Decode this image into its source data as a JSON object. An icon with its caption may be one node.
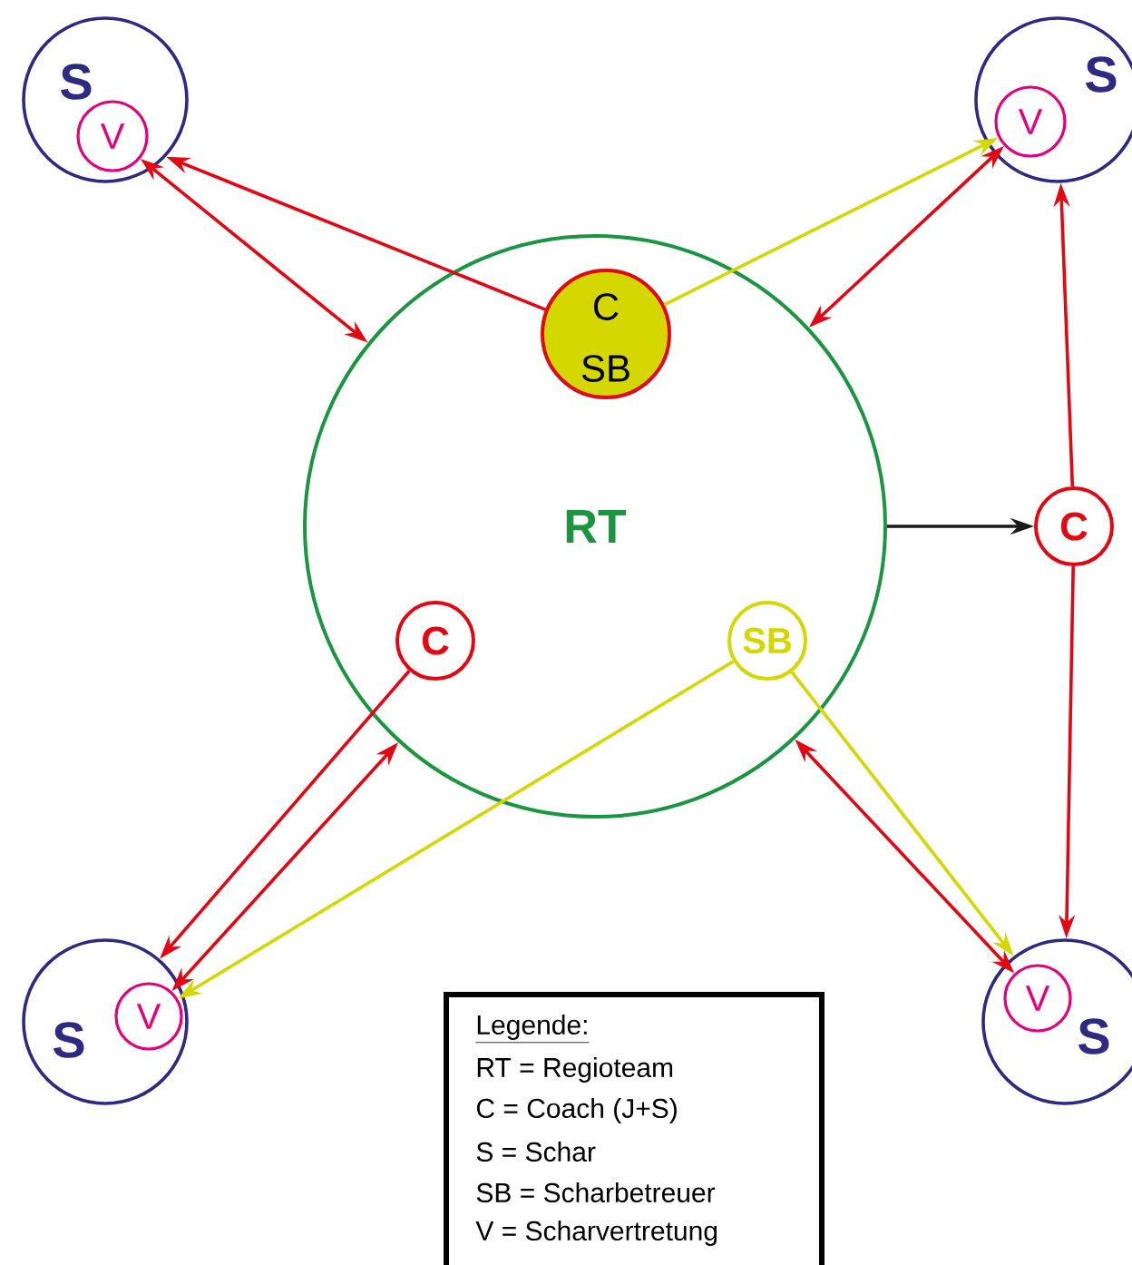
{
  "diagram": {
    "nodes": [
      {
        "text": [
          "RT"
        ]
      },
      {
        "text": [
          "C",
          "SB"
        ],
        "in": 0
      },
      {
        "text": [
          "C"
        ],
        "in": 0
      },
      {
        "text": [
          "SB"
        ],
        "in": 0
      },
      {
        "text": [
          "C"
        ]
      },
      {
        "text": [
          "S"
        ]
      },
      {
        "text": [
          "V"
        ],
        "in": 5
      },
      {
        "text": [
          "S"
        ]
      },
      {
        "text": [
          "V"
        ],
        "in": 7
      },
      {
        "text": [
          "S"
        ]
      },
      {
        "text": [
          "V"
        ],
        "in": 9
      },
      {
        "text": [
          "S"
        ]
      },
      {
        "text": [
          "V"
        ],
        "in": 11
      }
    ],
    "edges": [
      {
        "from": 1,
        "to": 5,
        "arrow": "to"
      },
      {
        "from": 0,
        "to": 6,
        "arrow": "both"
      },
      {
        "from": 1,
        "to": 8,
        "arrow": "to",
        "color": "#d4d800"
      },
      {
        "from": 0,
        "to": 8,
        "arrow": "both"
      },
      {
        "from": 0,
        "to": 4,
        "arrow": "to",
        "color": "#1a1a1a"
      },
      {
        "from": 4,
        "to": 7,
        "arrow": "to"
      },
      {
        "from": 4,
        "to": 11,
        "arrow": "to"
      },
      {
        "from": 2,
        "to": 9,
        "arrow": "to"
      },
      {
        "from": 0,
        "to": 10,
        "arrow": "both"
      },
      {
        "from": 3,
        "to": 10,
        "arrow": "to",
        "color": "#d4d800"
      },
      {
        "from": 0,
        "to": 12,
        "arrow": "both"
      },
      {
        "from": 3,
        "to": 11,
        "arrow": "to",
        "color": "#d4d800"
      }
    ],
    "labels": [
      "Legende:",
      "RT = Regioteam",
      "C = Coach (J+S)",
      "S = Schar",
      "SB = Scharbetreuer",
      "V = Scharvertretung"
    ]
  }
}
